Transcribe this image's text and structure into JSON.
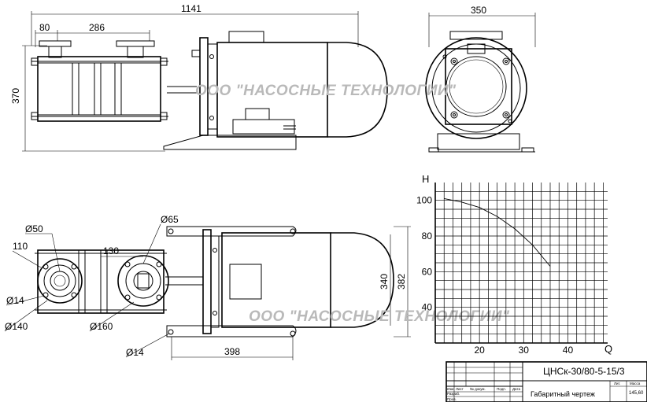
{
  "side_view": {
    "dim_overall_length": "1141",
    "dim_port_offset": "80",
    "dim_port_spacing": "286",
    "dim_height": "370"
  },
  "end_view": {
    "dim_width": "350"
  },
  "top_view": {
    "dim_bore_65": "Ø65",
    "dim_flange_50": "Ø50",
    "dim_110": "110",
    "dim_130": "130",
    "dim_hole_14_left": "Ø14",
    "dim_flange_140": "Ø140",
    "dim_flange_160": "Ø160",
    "dim_hole_14_base": "Ø14",
    "dim_340": "340",
    "dim_382": "382",
    "dim_398": "398"
  },
  "watermark": "ООО \"НАСОСНЫЕ ТЕХНОЛОГИИ\"",
  "chart_data": {
    "type": "line",
    "xlabel": "Q",
    "ylabel": "H",
    "x_ticks": [
      20,
      30,
      40
    ],
    "y_ticks": [
      40,
      60,
      80,
      100
    ],
    "xlim": [
      10,
      49
    ],
    "ylim": [
      20,
      110
    ],
    "series": [
      {
        "x": [
          12,
          16,
          20,
          24,
          28,
          32,
          36
        ],
        "y": [
          101,
          99,
          96,
          91,
          84,
          75,
          63
        ]
      }
    ]
  },
  "title_block": {
    "designation": "ЦНСк-30/80-5-15/3",
    "doc_name": "Габаритный чертеж",
    "col_izm": "Изм",
    "col_list": "Лист",
    "col_doc": "№ докум.",
    "col_podp": "Подп.",
    "col_date": "Дата",
    "row_razrab": "Разраб.",
    "row_prov": "Пров.",
    "col_lit": "Лит.",
    "col_mass": "Масса",
    "mass_value": "145,60"
  }
}
